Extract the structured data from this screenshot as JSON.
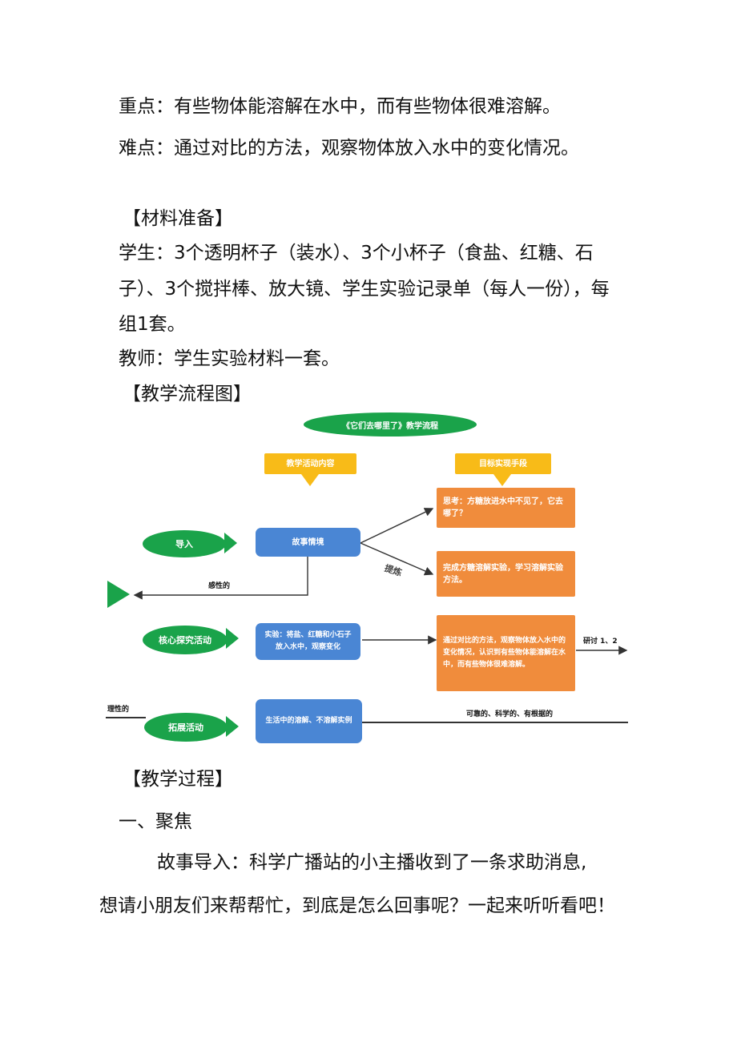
{
  "document": {
    "key_point": "重点：有些物体能溶解在水中，而有些物体很难溶解。",
    "difficulty": "难点：通过对比的方法，观察物体放入水中的变化情况。",
    "materials_heading": "【材料准备】",
    "students_line1": "学生：3个透明杯子（装水）、3个小杯子（食盐、红糖、石",
    "students_line2": "子）、3个搅拌棒、放大镜、学生实验记录单（每人一份），每",
    "students_line3": "组1套。",
    "teacher": "教师：学生实验材料一套。",
    "flowchart_heading": "【教学流程图】",
    "process_heading": "【教学过程】",
    "section_one": "一、聚焦",
    "story_line1": "故事导入：科学广播站的小主播收到了一条求助消息,",
    "story_line2": "想请小朋友们来帮帮忙，到底是怎么回事呢？一起来听听看吧！"
  },
  "flowchart": {
    "title": "《它们去哪里了》教学流程",
    "header_activity": "教学活动内容",
    "header_goal": "目标实现手段",
    "stage_intro": "导入",
    "stage_core": "核心探究活动",
    "stage_extend": "拓展活动",
    "box_story": "故事情境",
    "box_experiment": "实验：将盐、红糖和小石子放入水中，观察变化",
    "box_life": "生活中的溶解、不溶解实例",
    "goal_think": "思考：方糖放进水中不见了，它去哪了？",
    "goal_complete": "完成方糖溶解实验，学习溶解实验方法。",
    "goal_compare": "通过对比的方法，观察物体放入水中的变化情况，认识到有些物体能溶解在水中，而有些物体很难溶解。",
    "label_refine": "提炼",
    "label_perceptual": "感性的",
    "label_discuss": "研讨 1、2",
    "label_rational": "理性的",
    "label_reliable": "可靠的、科学的、有根据的"
  }
}
